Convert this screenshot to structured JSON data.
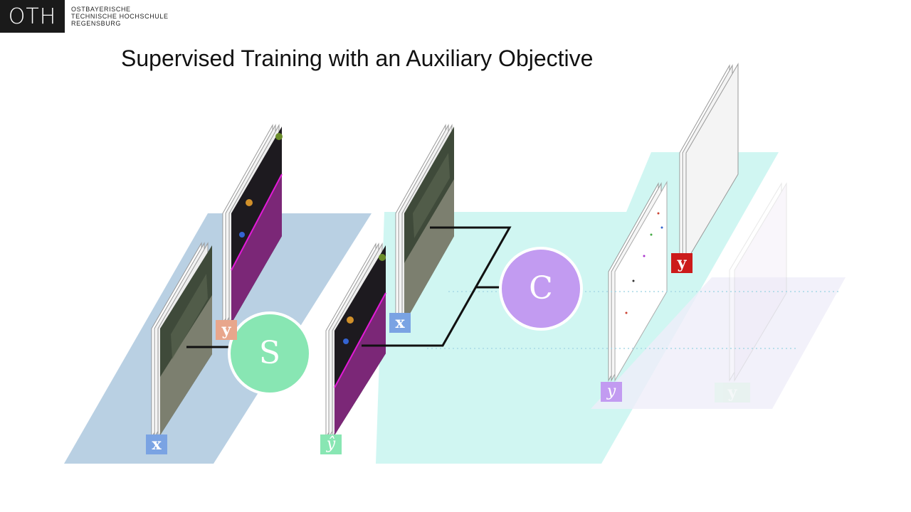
{
  "logo": {
    "mark": "OTH",
    "lines": [
      "OSTBAYERISCHE",
      "TECHNISCHE HOCHSCHULE",
      "REGENSBURG"
    ]
  },
  "slide": {
    "title": "Supervised Training with an Auxiliary Objective"
  },
  "nodes": {
    "segmenter": "S",
    "classifier": "C"
  },
  "labels": {
    "input_x_left": "x",
    "gt_y_left": "y",
    "pred_y_hat": "ŷ",
    "input_x_mid": "x",
    "pred_y_right": "y",
    "target_y_red": "y",
    "faded_y": "y"
  },
  "colors": {
    "blue_plane": "#b9d0e3",
    "cyan_plane": "#cdf6f1",
    "segmenter": "#88e6b3",
    "classifier": "#c29bf1",
    "label_x": "#7aa3e3",
    "label_y_gt": "#e8a68c",
    "label_y_hat": "#88e6b3",
    "label_y_pred": "#c29bf1",
    "label_y_target": "#cc1b1b",
    "segmap": "#7b2777"
  }
}
